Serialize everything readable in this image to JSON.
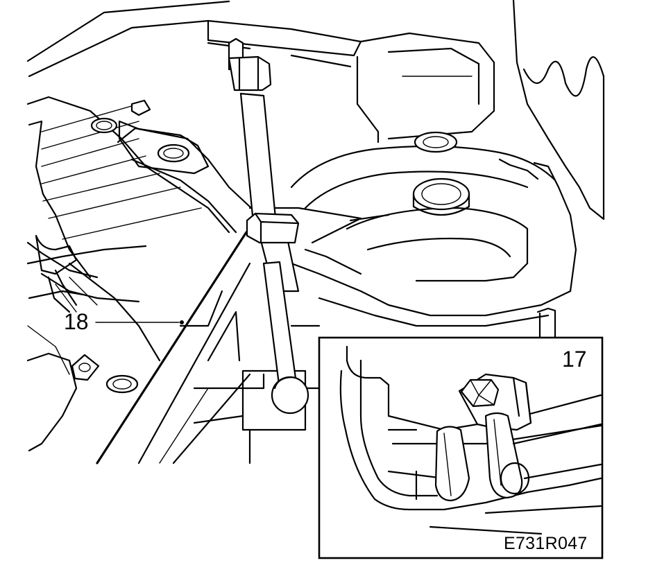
{
  "figure": {
    "callouts": {
      "part_18": "18",
      "part_17": "17"
    },
    "figure_code": "E731R047"
  },
  "colors": {
    "ink": "#000000",
    "paper": "#ffffff"
  }
}
